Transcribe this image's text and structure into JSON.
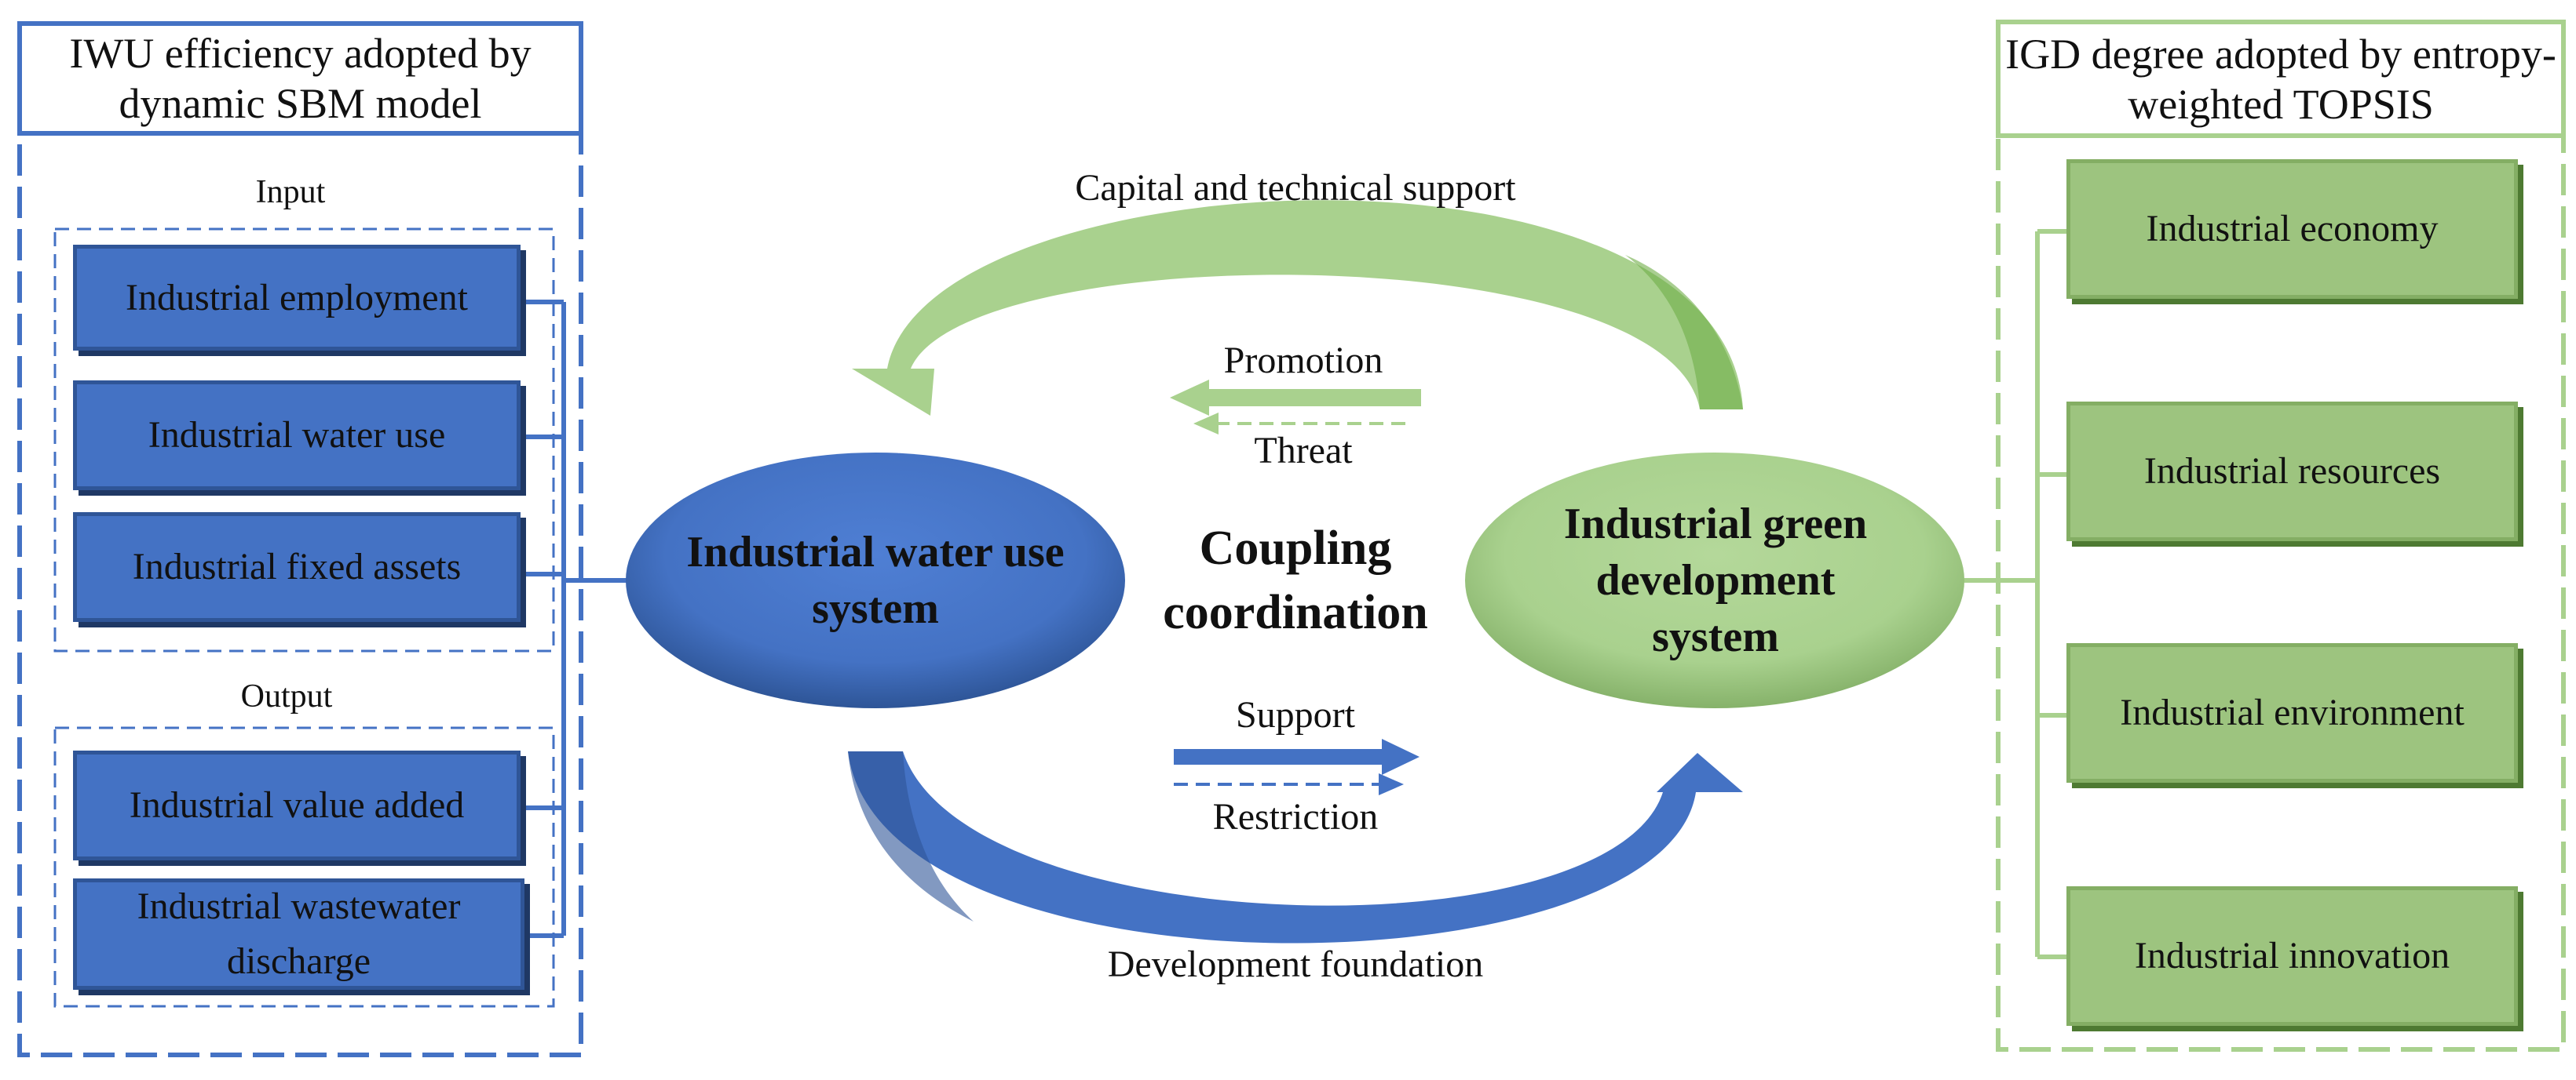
{
  "colors": {
    "blue": "#4472C4",
    "blue_dark": "#2F5597",
    "green": "#A9D18E",
    "green_dark": "#70AD47"
  },
  "left_panel": {
    "title": "IWU efficiency adopted by dynamic SBM model",
    "input_label": "Input",
    "output_label": "Output",
    "inputs": [
      "Industrial employment",
      "Industrial water use",
      "Industrial fixed assets"
    ],
    "outputs": [
      "Industrial value added",
      "Industrial wastewater discharge"
    ]
  },
  "right_panel": {
    "title": "IGD degree adopted by entropy-weighted TOPSIS",
    "items": [
      "Industrial economy",
      "Industrial resources",
      "Industrial environment",
      "Industrial innovation"
    ]
  },
  "center": {
    "left_system": "Industrial water use system",
    "right_system": "Industrial green development system",
    "coupling": "Coupling coordination",
    "top_arc_label": "Capital and technical support",
    "bottom_arc_label": "Development foundation",
    "promotion": "Promotion",
    "threat": "Threat",
    "support": "Support",
    "restriction": "Restriction"
  }
}
